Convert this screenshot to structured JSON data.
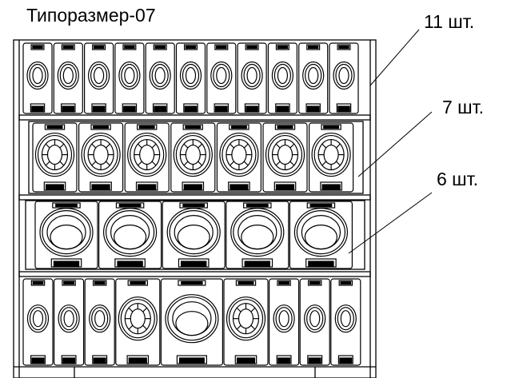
{
  "drawing": {
    "title": "Типоразмер-07",
    "callouts": [
      {
        "label": "11 шт.",
        "count": 11,
        "module_type": "small"
      },
      {
        "label": "7 шт.",
        "count": 7,
        "module_type": "medium"
      },
      {
        "label": "6 шт.",
        "count": 6,
        "module_type": "large"
      }
    ],
    "bottom_row": [
      "small",
      "small",
      "small",
      "medium",
      "large",
      "medium",
      "small",
      "small",
      "small"
    ]
  }
}
